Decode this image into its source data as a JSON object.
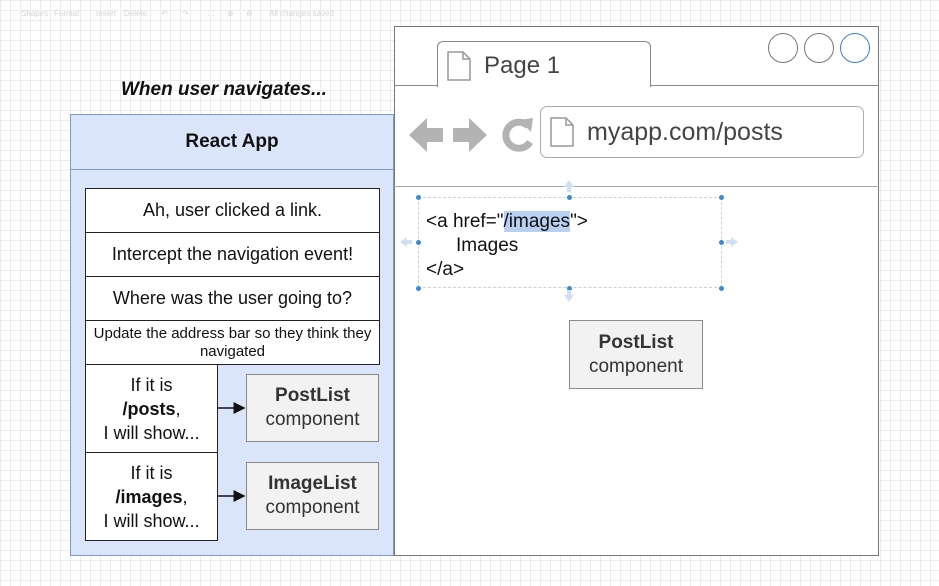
{
  "toolbar": {
    "items": [
      "Shapes",
      "Format",
      "Insert",
      "Delete",
      "↶",
      "↷",
      "⛶",
      "⊕",
      "⊖",
      "All changes saved"
    ]
  },
  "diagram": {
    "heading": "When user navigates...",
    "react_app": {
      "title": "React App",
      "steps": [
        "Ah, user clicked a link.",
        "Intercept the navigation event!",
        "Where was the user going to?",
        "Update the address bar so they think they navigated"
      ],
      "routes": [
        {
          "line1": "If it is",
          "path": "/posts",
          "suffix": ",",
          "line3": "I will show...",
          "component": "PostList",
          "component_sub": "component"
        },
        {
          "line1": "If it is",
          "path": "/images",
          "suffix": ",",
          "line3": "I will show...",
          "component": "ImageList",
          "component_sub": "component"
        }
      ]
    },
    "browser": {
      "tab_title": "Page 1",
      "address": "myapp.com/posts",
      "code": {
        "open_prefix": "<a href=\"",
        "href": "/images",
        "open_suffix": "\">",
        "body": "Images",
        "close": "</a>"
      },
      "rendered_component": {
        "title": "PostList",
        "sub": "component"
      }
    }
  },
  "colors": {
    "react_app_fill": "#dae5fa",
    "react_app_border": "#7f9ad0",
    "highlight": "#b8d0f2",
    "handle": "#3a8bd6"
  }
}
